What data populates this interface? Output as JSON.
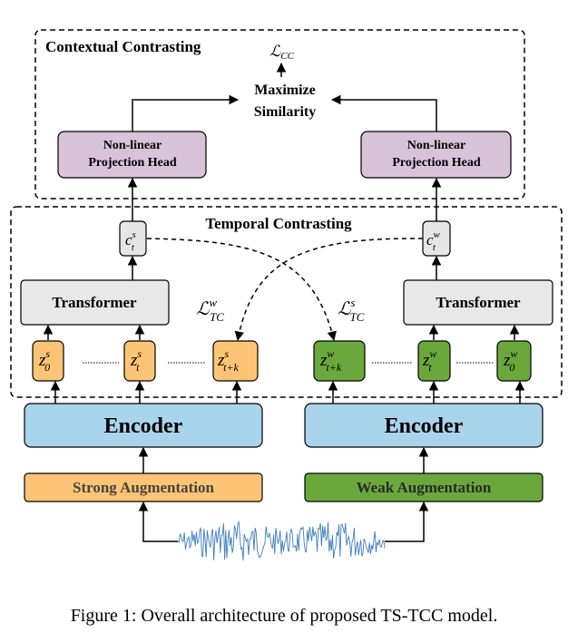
{
  "contextual": {
    "title": "Contextual Contrasting",
    "loss": "ℒCC",
    "loss_main": "ℒ",
    "loss_sub": "CC",
    "maximize_line1": "Maximize",
    "maximize_line2": "Similarity"
  },
  "projection_left": {
    "line1": "Non-linear",
    "line2": "Projection Head"
  },
  "projection_right": {
    "line1": "Non-linear",
    "line2": "Projection Head"
  },
  "temporal": {
    "title": "Temporal Contrasting"
  },
  "context_left": {
    "base": "c",
    "sup": "s",
    "sub": "t"
  },
  "context_right": {
    "base": "c",
    "sup": "w",
    "sub": "t"
  },
  "transformer_left": "Transformer",
  "transformer_right": "Transformer",
  "loss_tc_w": {
    "main": "ℒ",
    "sup": "w",
    "sub": "TC"
  },
  "loss_tc_s": {
    "main": "ℒ",
    "sup": "s",
    "sub": "TC"
  },
  "z_strong": [
    {
      "base": "z",
      "sup": "s",
      "sub": "0"
    },
    {
      "base": "z",
      "sup": "s",
      "sub": "t"
    },
    {
      "base": "z",
      "sup": "s",
      "sub": "t+k"
    }
  ],
  "z_weak": [
    {
      "base": "z",
      "sup": "w",
      "sub": "t+k"
    },
    {
      "base": "z",
      "sup": "w",
      "sub": "t"
    },
    {
      "base": "z",
      "sup": "w",
      "sub": "0"
    }
  ],
  "encoder_left": "Encoder",
  "encoder_right": "Encoder",
  "augment_strong": "Strong Augmentation",
  "augment_weak": "Weak Augmentation",
  "caption": "Figure 1: Overall architecture of proposed TS-TCC model.",
  "colors": {
    "projection_fill": "#d9c3d9",
    "context_fill": "#e6e6e6",
    "transformer_fill": "#e8e8e8",
    "z_strong_fill": "#fcc474",
    "z_weak_fill": "#6aa83c",
    "encoder_fill": "#a9d5ec",
    "strong_aug_fill": "#fcc474",
    "weak_aug_fill": "#6aa83c",
    "signal": "#3f7fbf"
  }
}
